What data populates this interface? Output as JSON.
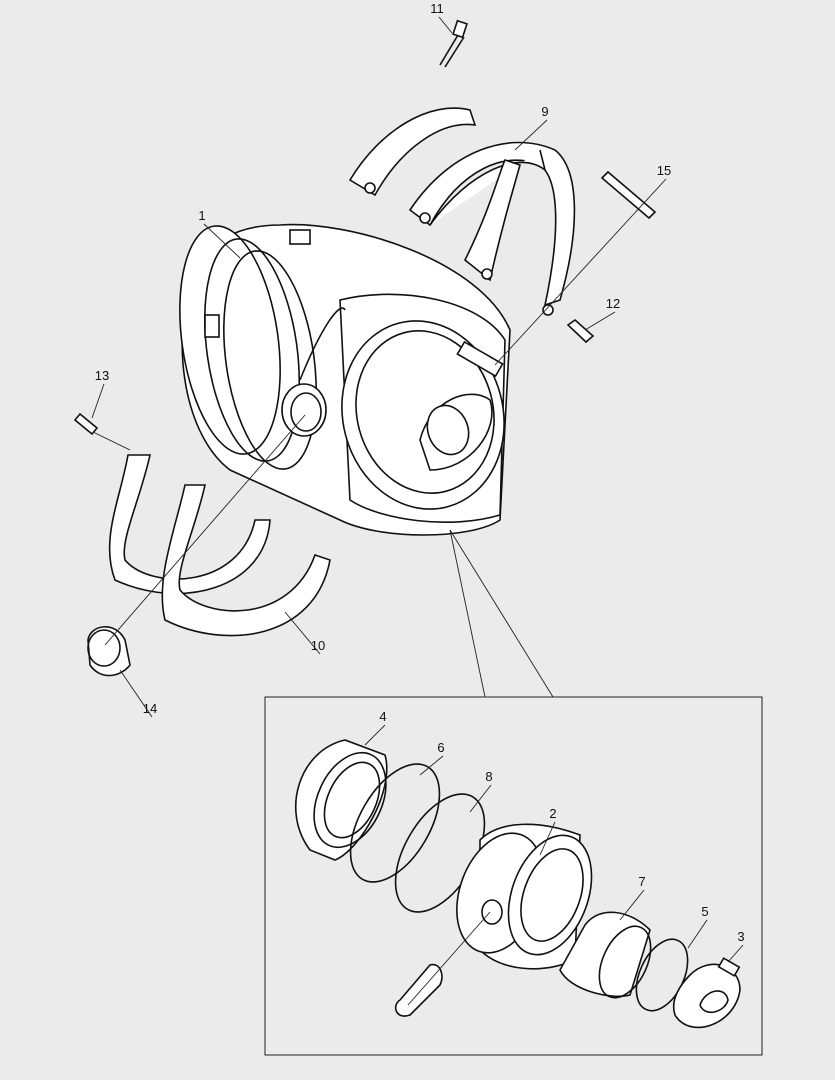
{
  "diagram": {
    "type": "exploded parts diagram",
    "background_color": "#ebebeb",
    "part_fill": "#ffffff",
    "line_color": "#111111",
    "callouts": [
      "11",
      "9",
      "15",
      "1",
      "12",
      "13",
      "10",
      "14",
      "4",
      "6",
      "8",
      "2",
      "7",
      "5",
      "3"
    ]
  }
}
